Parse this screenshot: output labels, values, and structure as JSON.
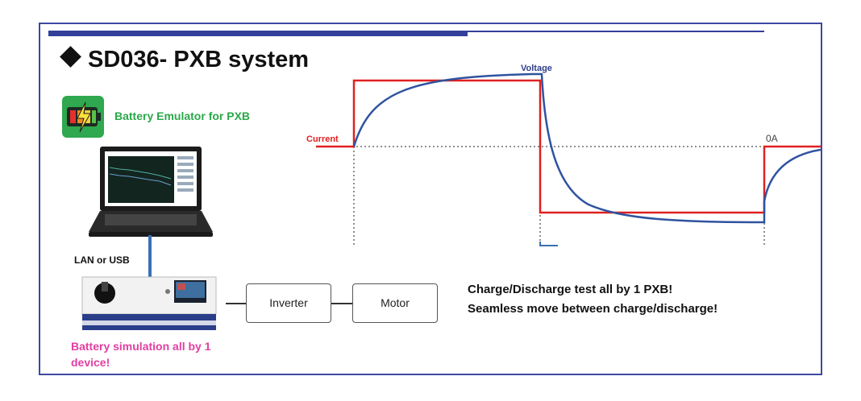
{
  "title": "SD036- PXB system",
  "left": {
    "app_label": "Battery Emulator for PXB",
    "connection_label": "LAN or USB",
    "device_caption": "Battery simulation all by 1 device!"
  },
  "blocks": {
    "inverter": "Inverter",
    "motor": "Motor"
  },
  "notes": {
    "line1": "Charge/Discharge test all by 1 PXB!",
    "line2": "Seamless move between charge/discharge!"
  },
  "waveform": {
    "voltage_label": "Voltage",
    "current_label": "Current",
    "zero_label": "0A",
    "colors": {
      "current": "#e02020",
      "voltage": "#2f53a0",
      "frame": "#3c4aa0"
    }
  }
}
